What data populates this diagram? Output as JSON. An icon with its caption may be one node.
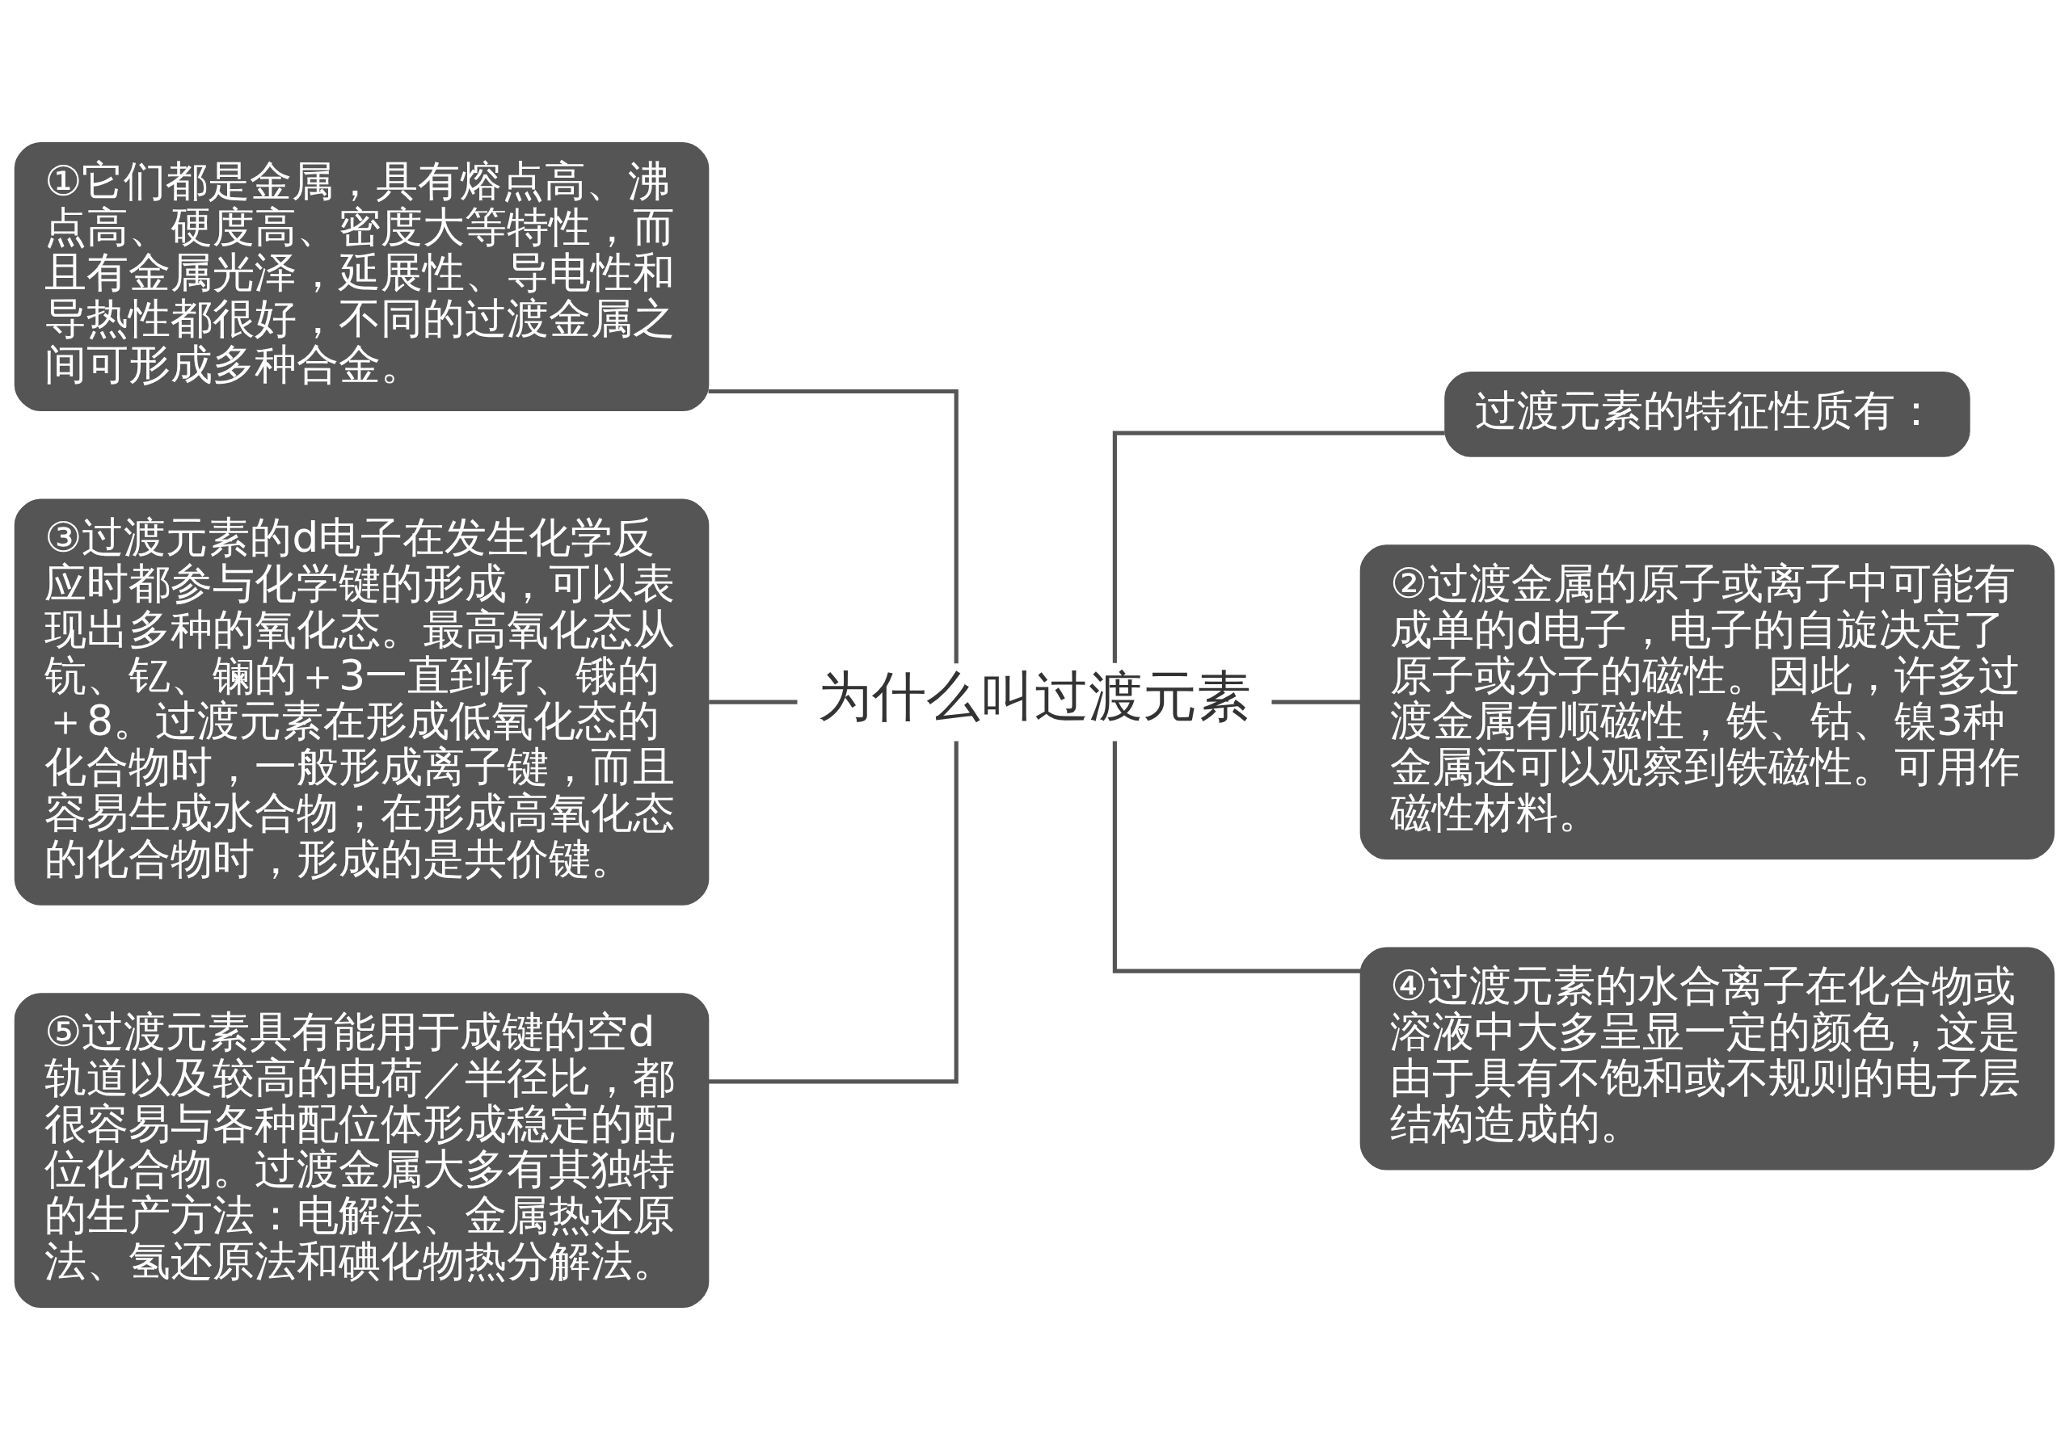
{
  "diagram": {
    "nodes": [
      {
        "text": [
          "为什么叫过渡元素"
        ]
      },
      {
        "text": [
          "①它们都是金属，具有熔点高、沸点高、硬度高、密度大等特性，而且有金属光泽，延展性、导电性和导热性都很好，不同的过渡金属之间可形成多种合金。"
        ]
      },
      {
        "text": [
          "③过渡元素的d电子在发生化学反应时都参与化学键的形成，可以表现出多种的氧化态。最高氧化态从钪、钇、镧的＋3一直到钌、锇的＋8。过渡元素在形成低氧化态的化合物时，一般形成离子键，而且容易生成水合物；在形成高氧化态的化合物时，形成的是共价键。"
        ]
      },
      {
        "text": [
          "⑤过渡元素具有能用于成键的空d轨道以及较高的电荷／半径比，都很容易与各种配位体形成稳定的配位化合物。过渡金属大多有其独特的生产方法：电解法、金属热还原法、氢还原法和碘化物热分解法。"
        ]
      },
      {
        "text": [
          "过渡元素的特征性质有："
        ]
      },
      {
        "text": [
          "②过渡金属的原子或离子中可能有成单的d电子，电子的自旋决定了原子或分子的磁性。因此，许多过渡金属有顺磁性，铁、钴、镍3种金属还可以观察到铁磁性。可用作磁性材料。"
        ]
      },
      {
        "text": [
          "④过渡元素的水合离子在化合物或溶液中大多呈显一定的颜色，这是由于具有不饱和或不规则的电子层结构造成的。"
        ]
      }
    ],
    "edges": [
      {
        "from": 1,
        "to": 0,
        "arrow": "none"
      },
      {
        "from": 2,
        "to": 0,
        "arrow": "none"
      },
      {
        "from": 3,
        "to": 0,
        "arrow": "none"
      },
      {
        "from": 0,
        "to": 4,
        "arrow": "none"
      },
      {
        "from": 0,
        "to": 5,
        "arrow": "none"
      },
      {
        "from": 0,
        "to": 6,
        "arrow": "none"
      }
    ]
  }
}
